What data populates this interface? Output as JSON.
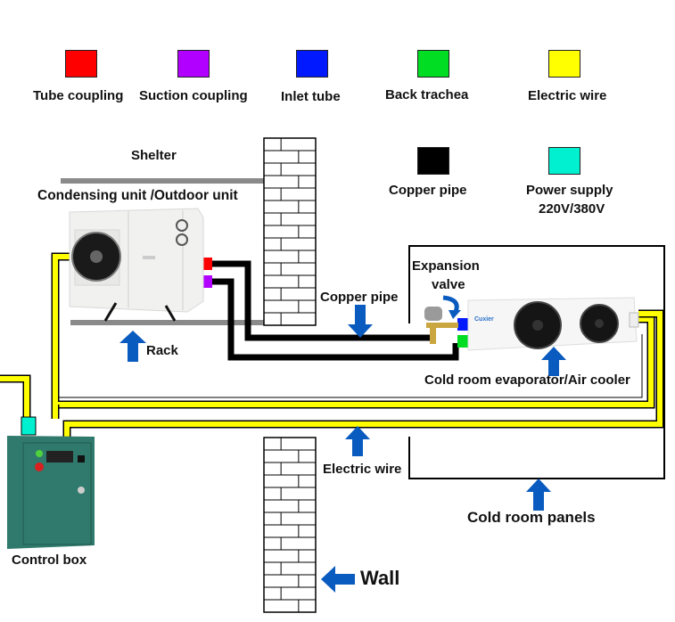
{
  "legend": [
    {
      "id": "tube-coupling",
      "label": "Tube coupling",
      "color": "#ff0000"
    },
    {
      "id": "suction-coupling",
      "label": "Suction coupling",
      "color": "#b100ff"
    },
    {
      "id": "inlet-tube",
      "label": "Inlet tube",
      "color": "#0019ff"
    },
    {
      "id": "back-trachea",
      "label": "Back trachea",
      "color": "#00dd22"
    },
    {
      "id": "electric-wire",
      "label": "Electric wire",
      "color": "#ffff00"
    },
    {
      "id": "copper-pipe",
      "label": "Copper pipe",
      "color": "#000000"
    },
    {
      "id": "power-supply",
      "label": "Power supply",
      "sublabel": "220V/380V",
      "color": "#00f0d0"
    }
  ],
  "labels": {
    "shelter": "Shelter",
    "condensing_unit": "Condensing unit /Outdoor unit",
    "rack": "Rack",
    "copper_pipe": "Copper pipe",
    "expansion_valve_1": "Expansion",
    "expansion_valve_2": "valve",
    "evaporator": "Cold room evaporator/Air cooler",
    "electric_wire": "Electric wire",
    "cold_room_panels": "Cold room panels",
    "control_box": "Control box",
    "wall": "Wall",
    "evaporator_brand": "Cuxier"
  },
  "colors": {
    "arrow": "#0a5bbf",
    "wire": "#ffff00",
    "pipe": "#000000",
    "shelf": "#8a8a8a",
    "control_box": "#2f7a6c"
  }
}
